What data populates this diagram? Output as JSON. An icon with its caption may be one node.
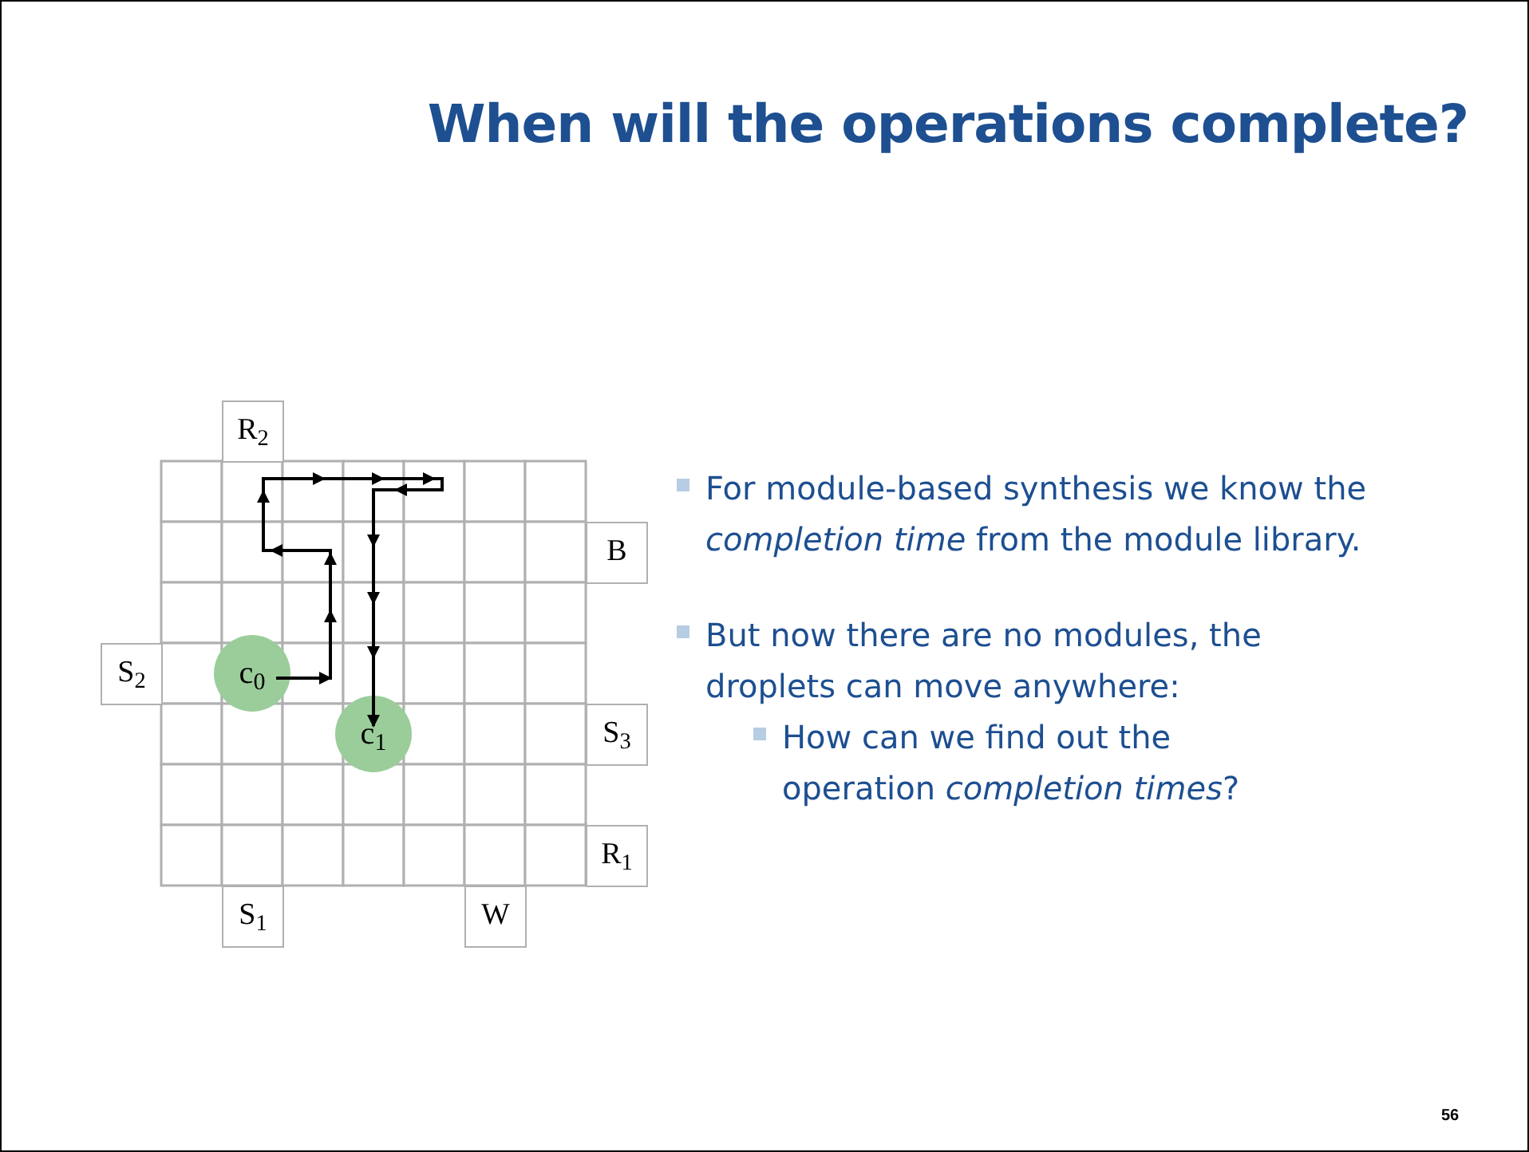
{
  "diagram": {
    "title": "When will the operations complete?",
    "nodes": [
      {
        "text": [
          "R$_{2}$"
        ]
      },
      {
        "text": [
          "B"
        ]
      },
      {
        "text": [
          "S$_{2}$"
        ]
      },
      {
        "text": [
          "c$_{0}$"
        ]
      },
      {
        "text": [
          "c$_{1}$"
        ]
      },
      {
        "text": [
          "S$_{3}$"
        ]
      },
      {
        "text": [
          "R$_{1}$"
        ]
      },
      {
        "text": [
          "S$_{1}$"
        ]
      },
      {
        "text": [
          "W"
        ]
      }
    ],
    "edges": [
      {
        "from": 3,
        "to": 4,
        "arrow": "to"
      }
    ],
    "labels": [
      "For module-based synthesis we know the *completion time* from the module library.",
      "But now there are no modules, the droplets can move anywhere:",
      "How can we find out the operation *completion times*?",
      "56"
    ]
  }
}
